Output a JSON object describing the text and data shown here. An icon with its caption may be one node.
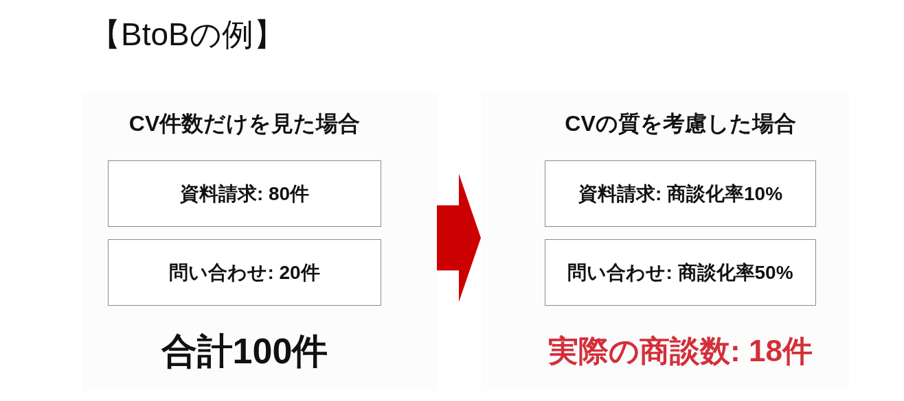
{
  "diagram": {
    "title": "【BtoBの例】",
    "nodes": [
      {
        "text": [
          "CV件数だけを見た場合",
          "合計100件"
        ]
      },
      {
        "text": [
          "資料請求: 80件"
        ],
        "in": 0
      },
      {
        "text": [
          "問い合わせ: 20件"
        ],
        "in": 0
      },
      {
        "text": [
          "CVの質を考慮した場合",
          "実際の商談数: 18件"
        ]
      },
      {
        "text": [
          "資料請求: 商談化率10%"
        ],
        "in": 3
      },
      {
        "text": [
          "問い合わせ: 商談化率50%"
        ],
        "in": 3
      }
    ],
    "edges": [
      {
        "from": 0,
        "to": 3,
        "arrow": "to",
        "color": "#cc0000"
      }
    ]
  }
}
